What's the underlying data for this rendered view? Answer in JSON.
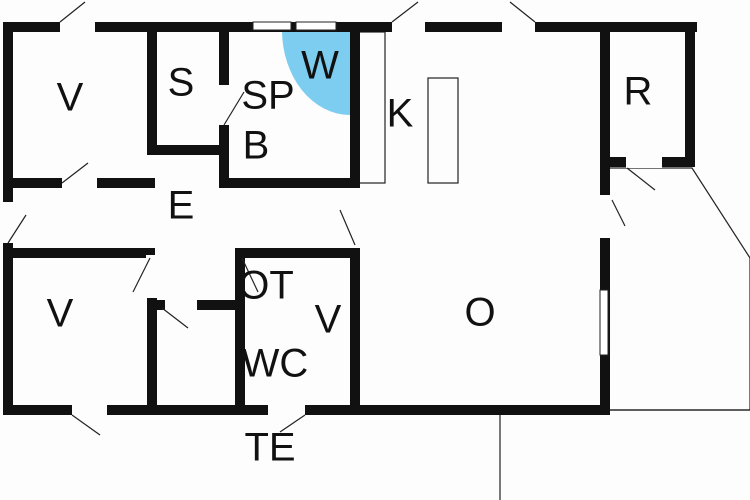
{
  "plan": {
    "rooms": {
      "bedroom_top_left": "V",
      "storage": "S",
      "shower": "SP",
      "bath": "B",
      "washer": "W",
      "kitchen": "K",
      "utility": "R",
      "hall": "E",
      "bedroom_bottom_left": "V",
      "living": "O",
      "ot": "OT",
      "bedroom_small": "V",
      "toilet": "WC",
      "terrace": "TE"
    },
    "colors": {
      "wall": "#111111",
      "washer_area": "#7ccdf0",
      "background": "#fdfdfd"
    }
  }
}
